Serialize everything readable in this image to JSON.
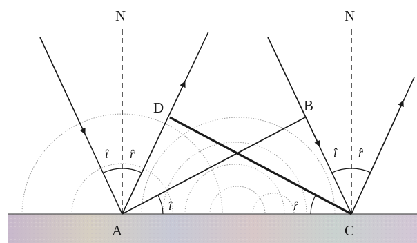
{
  "diagram": {
    "labels": {
      "normal_left": "N",
      "normal_right": "N",
      "point_a": "A",
      "point_b": "B",
      "point_c": "C",
      "point_d": "D"
    },
    "angle_symbols": {
      "incidence_at_a": "î",
      "reflection_at_a": "r̂",
      "incidence_at_c": "î",
      "reflection_at_c": "r̂",
      "wavefront_angle_at_a": "î",
      "wavefront_angle_at_c": "r̂"
    },
    "colors": {
      "ink": "#1a1a1a",
      "wavelet": "#9a9a9a",
      "mirror_base": "#cfc3d3"
    }
  }
}
